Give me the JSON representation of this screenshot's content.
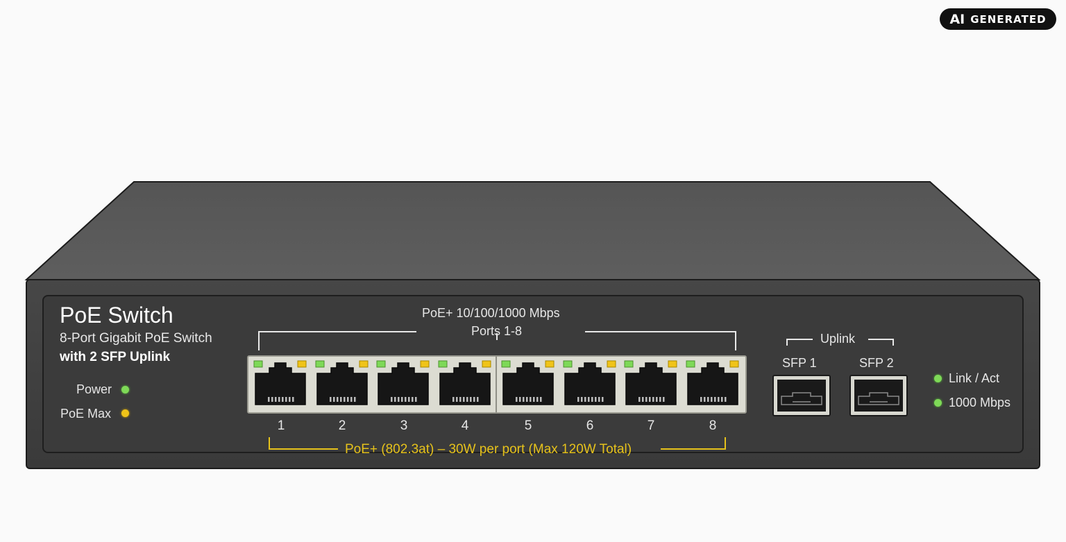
{
  "badge": {
    "ai": "AI",
    "text": "GENERATED"
  },
  "device": {
    "title": "PoE Switch",
    "subtitle_line1": "8-Port Gigabit PoE Switch",
    "subtitle_line2": "with 2 SFP Uplink",
    "indicators_left": [
      {
        "label": "Power",
        "color": "green"
      },
      {
        "label": "PoE Max",
        "color": "amber"
      }
    ],
    "ports_header_line1": "PoE+ 10/100/1000 Mbps",
    "ports_header_line2": "Ports 1-8",
    "port_numbers": [
      "1",
      "2",
      "3",
      "4",
      "5",
      "6",
      "7",
      "8"
    ],
    "poe_note": "PoE+ (802.3at) – 30W per port (Max 120W Total)",
    "uplink_label": "Uplink",
    "sfp_labels": [
      "SFP 1",
      "SFP 2"
    ],
    "indicators_right": [
      {
        "label": "Link / Act",
        "color": "green"
      },
      {
        "label": "1000 Mbps",
        "color": "green"
      }
    ]
  },
  "colors": {
    "chassis_front": "#3f3f3f",
    "chassis_top": "#575757",
    "panel": "#3a3a3a",
    "led_green": "#7ed957",
    "led_amber": "#f0c419",
    "accent_yellow": "#e6c21b"
  }
}
